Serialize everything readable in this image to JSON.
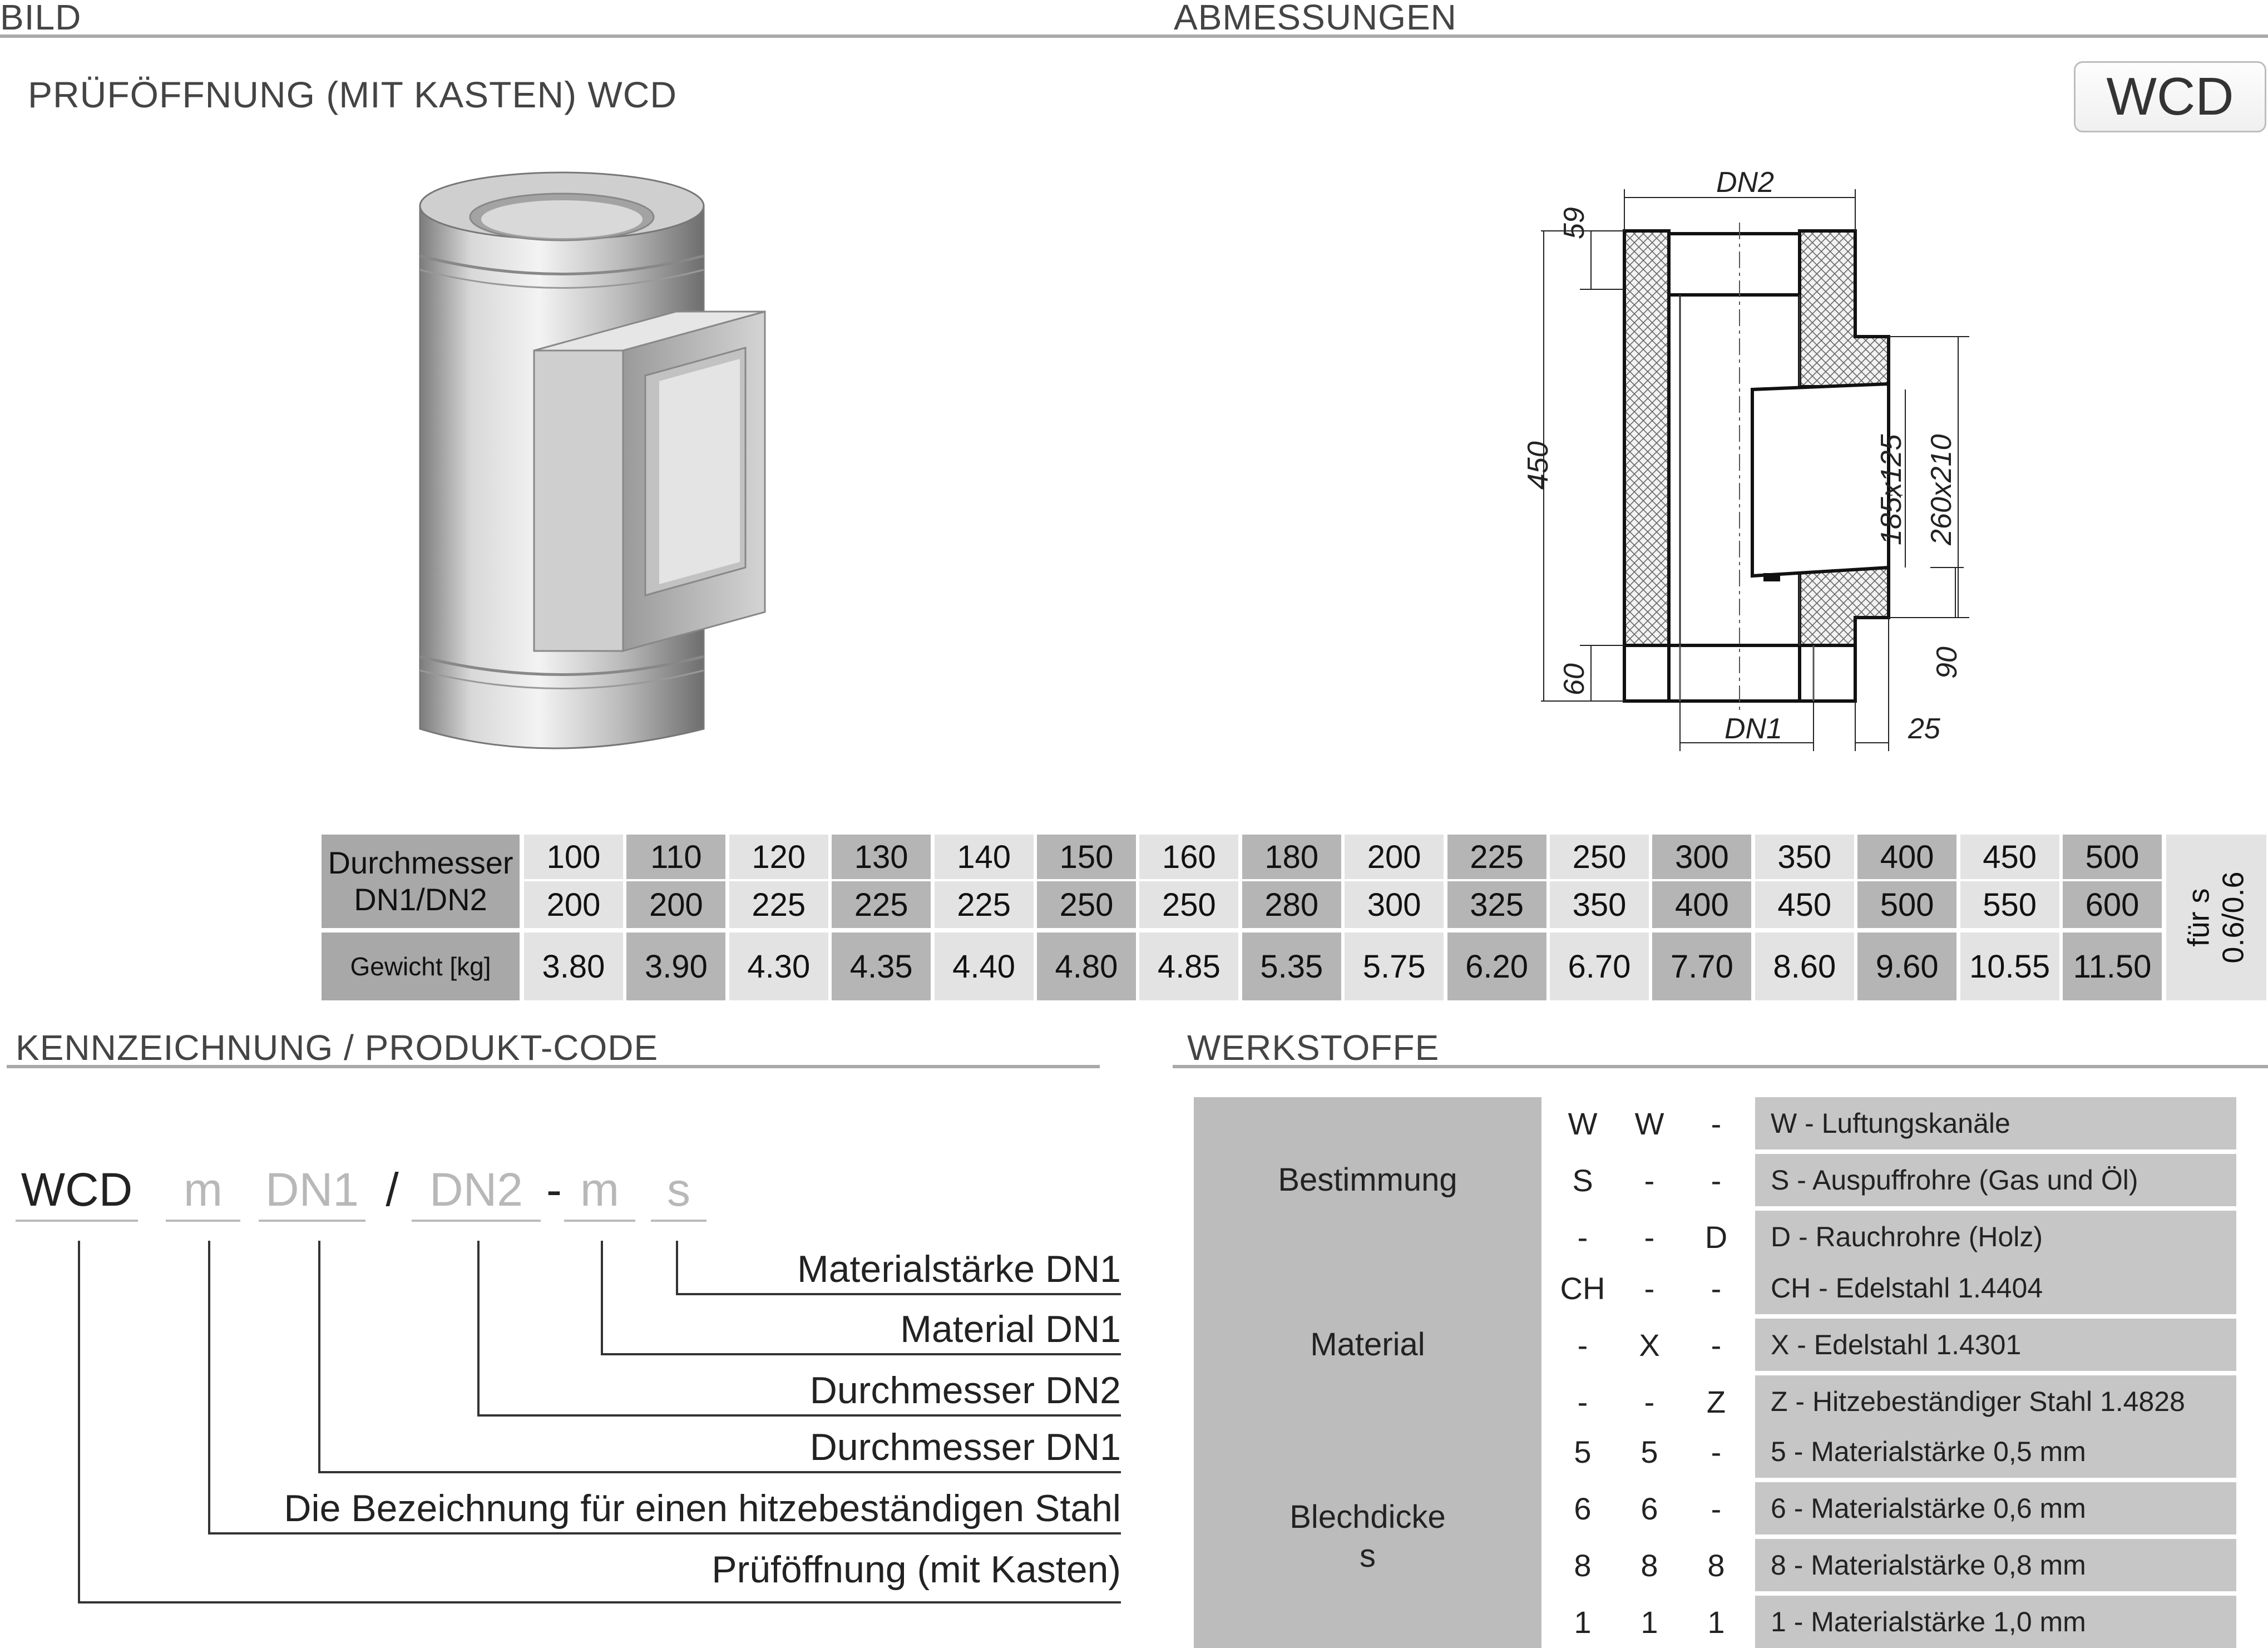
{
  "sections": {
    "bild": "BILD",
    "abmessungen": "ABMESSUNGEN",
    "kennzeichnung": "KENNZEICHNUNG  / PRODUKT-CODE",
    "werkstoffe": "WERKSTOFFE"
  },
  "product": {
    "title": "PRÜFÖFFNUNG (MIT KASTEN)  WCD",
    "badge": "WCD"
  },
  "drawing": {
    "dn2": "DN2",
    "dn1": "DN1",
    "h59": "59",
    "h450": "450",
    "h60": "60",
    "h90": "90",
    "w25": "25",
    "o185": "185x125",
    "o260": "260x210"
  },
  "spec_table": {
    "header_diam": [
      "Durchmesser",
      "DN1/DN2"
    ],
    "header_weight": "Gewicht [kg]",
    "side_note": [
      "für s",
      "0.6/0.6"
    ],
    "dn1": [
      "100",
      "110",
      "120",
      "130",
      "140",
      "150",
      "160",
      "180",
      "200",
      "225",
      "250",
      "300",
      "350",
      "400",
      "450",
      "500"
    ],
    "dn2": [
      "200",
      "200",
      "225",
      "225",
      "225",
      "250",
      "250",
      "280",
      "300",
      "325",
      "350",
      "400",
      "450",
      "500",
      "550",
      "600"
    ],
    "weight": [
      "3.80",
      "3.90",
      "4.30",
      "4.35",
      "4.40",
      "4.80",
      "4.85",
      "5.35",
      "5.75",
      "6.20",
      "6.70",
      "7.70",
      "8.60",
      "9.60",
      "10.55",
      "11.50"
    ]
  },
  "code": {
    "segments": [
      "WCD",
      "m",
      "DN1",
      "/",
      "DN2",
      "-",
      "m",
      "s"
    ],
    "labels": [
      "Materialstärke DN1",
      "Material DN1",
      "Durchmesser DN2",
      "Durchmesser DN1",
      "Die Bezeichnung für einen hitzebeständigen Stahl",
      "Prüföffnung (mit Kasten)"
    ]
  },
  "materials": {
    "groups": [
      {
        "name": "Bestimmung",
        "name2": "",
        "rows": [
          {
            "c1": "W",
            "c2": "W",
            "c3": "-",
            "desc": "W - Luftungskanäle"
          },
          {
            "c1": "S",
            "c2": "-",
            "c3": "-",
            "desc": "S  - Auspuffrohre (Gas und Öl)"
          },
          {
            "c1": "-",
            "c2": "-",
            "c3": "D",
            "desc": "D  - Rauchrohre (Holz)"
          }
        ]
      },
      {
        "name": "Material",
        "name2": "",
        "rows": [
          {
            "c1": "CH",
            "c2": "-",
            "c3": "-",
            "desc": "CH - Edelstahl  1.4404"
          },
          {
            "c1": "-",
            "c2": "X",
            "c3": "-",
            "desc": "X   - Edelstahl  1.4301"
          },
          {
            "c1": "-",
            "c2": "-",
            "c3": "Z",
            "desc": "Z   - Hitzebeständiger Stahl 1.4828"
          }
        ]
      },
      {
        "name": "Blechdicke",
        "name2": "s",
        "rows": [
          {
            "c1": "5",
            "c2": "5",
            "c3": "-",
            "desc": "5 - Materialstärke 0,5 mm"
          },
          {
            "c1": "6",
            "c2": "6",
            "c3": "-",
            "desc": "6 - Materialstärke 0,6 mm"
          },
          {
            "c1": "8",
            "c2": "8",
            "c3": "8",
            "desc": "8 - Materialstärke 0,8 mm"
          },
          {
            "c1": "1",
            "c2": "1",
            "c3": "1",
            "desc": "1  - Materialstärke 1,0 mm"
          }
        ]
      }
    ]
  }
}
